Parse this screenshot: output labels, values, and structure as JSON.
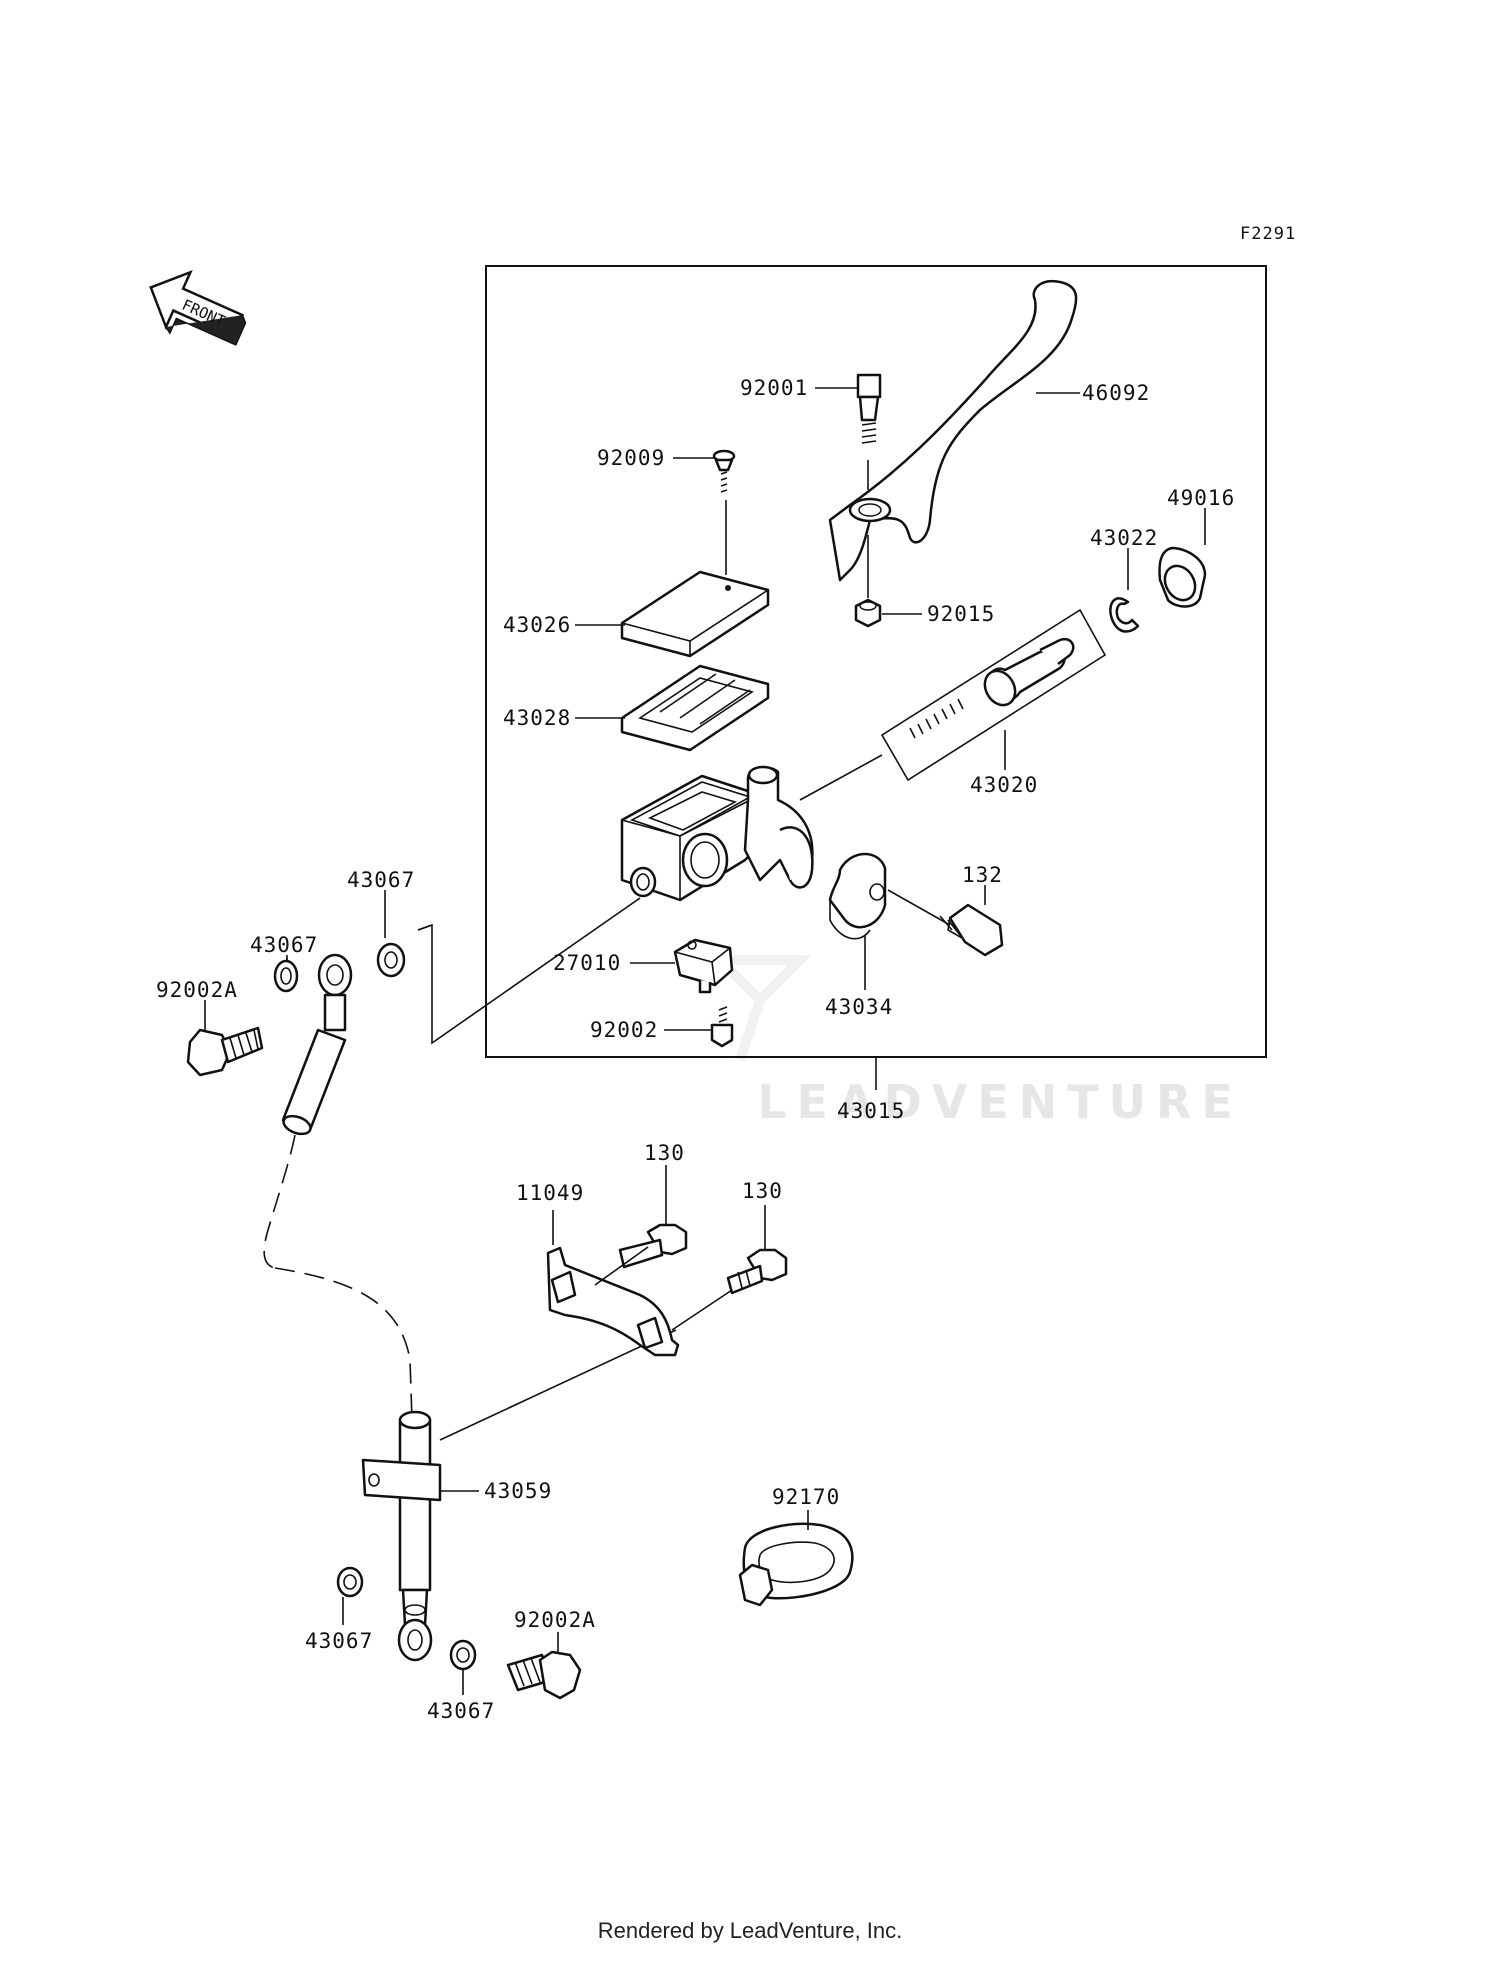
{
  "figure_code": "F2291",
  "front_arrow_text": "FRONT",
  "watermark": "LEADVENTURE",
  "footer": "Rendered by LeadVenture, Inc.",
  "callouts": [
    {
      "id": "46092",
      "text": "46092"
    },
    {
      "id": "92001",
      "text": "92001"
    },
    {
      "id": "92009",
      "text": "92009"
    },
    {
      "id": "49016",
      "text": "49016"
    },
    {
      "id": "43022",
      "text": "43022"
    },
    {
      "id": "92015",
      "text": "92015"
    },
    {
      "id": "43026",
      "text": "43026"
    },
    {
      "id": "43028",
      "text": "43028"
    },
    {
      "id": "43020",
      "text": "43020"
    },
    {
      "id": "43067a",
      "text": "43067"
    },
    {
      "id": "132",
      "text": "132"
    },
    {
      "id": "43067b",
      "text": "43067"
    },
    {
      "id": "92002A-top",
      "text": "92002A"
    },
    {
      "id": "27010",
      "text": "27010"
    },
    {
      "id": "43034",
      "text": "43034"
    },
    {
      "id": "92002",
      "text": "92002"
    },
    {
      "id": "43015",
      "text": "43015"
    },
    {
      "id": "130a",
      "text": "130"
    },
    {
      "id": "11049",
      "text": "11049"
    },
    {
      "id": "130b",
      "text": "130"
    },
    {
      "id": "43059",
      "text": "43059"
    },
    {
      "id": "92170",
      "text": "92170"
    },
    {
      "id": "92002A-bottom",
      "text": "92002A"
    },
    {
      "id": "43067c",
      "text": "43067"
    },
    {
      "id": "43067d",
      "text": "43067"
    }
  ]
}
